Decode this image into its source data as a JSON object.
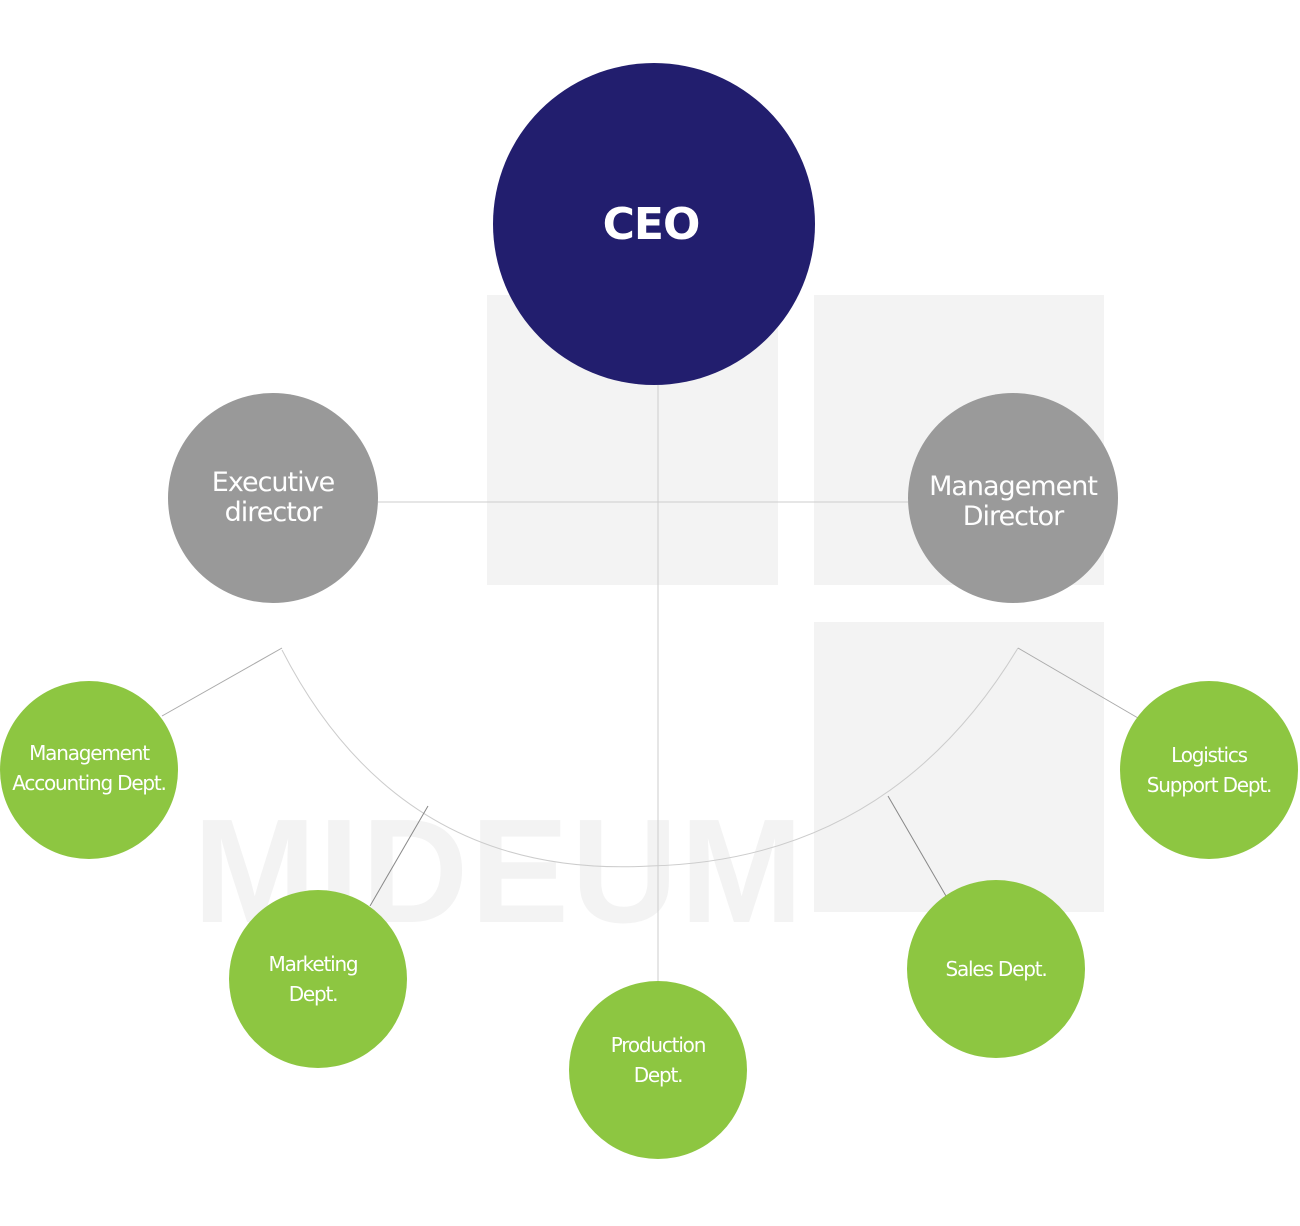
{
  "watermark": {
    "text": "MIDEUM",
    "color": "#f3f3f3"
  },
  "colors": {
    "ceo": "#221e6e",
    "director": "#999999",
    "department": "#8dc641",
    "line": "#cccccc",
    "line_dark": "#888888"
  },
  "ceo": {
    "label": "CEO"
  },
  "directors": [
    {
      "label": "Executive\ndirector"
    },
    {
      "label": "Management\nDirector"
    }
  ],
  "departments": [
    {
      "label": "Management\nAccounting Dept."
    },
    {
      "label": "Marketing\nDept."
    },
    {
      "label": "Production\nDept."
    },
    {
      "label": "Sales Dept."
    },
    {
      "label": "Logistics\nSupport Dept."
    }
  ]
}
